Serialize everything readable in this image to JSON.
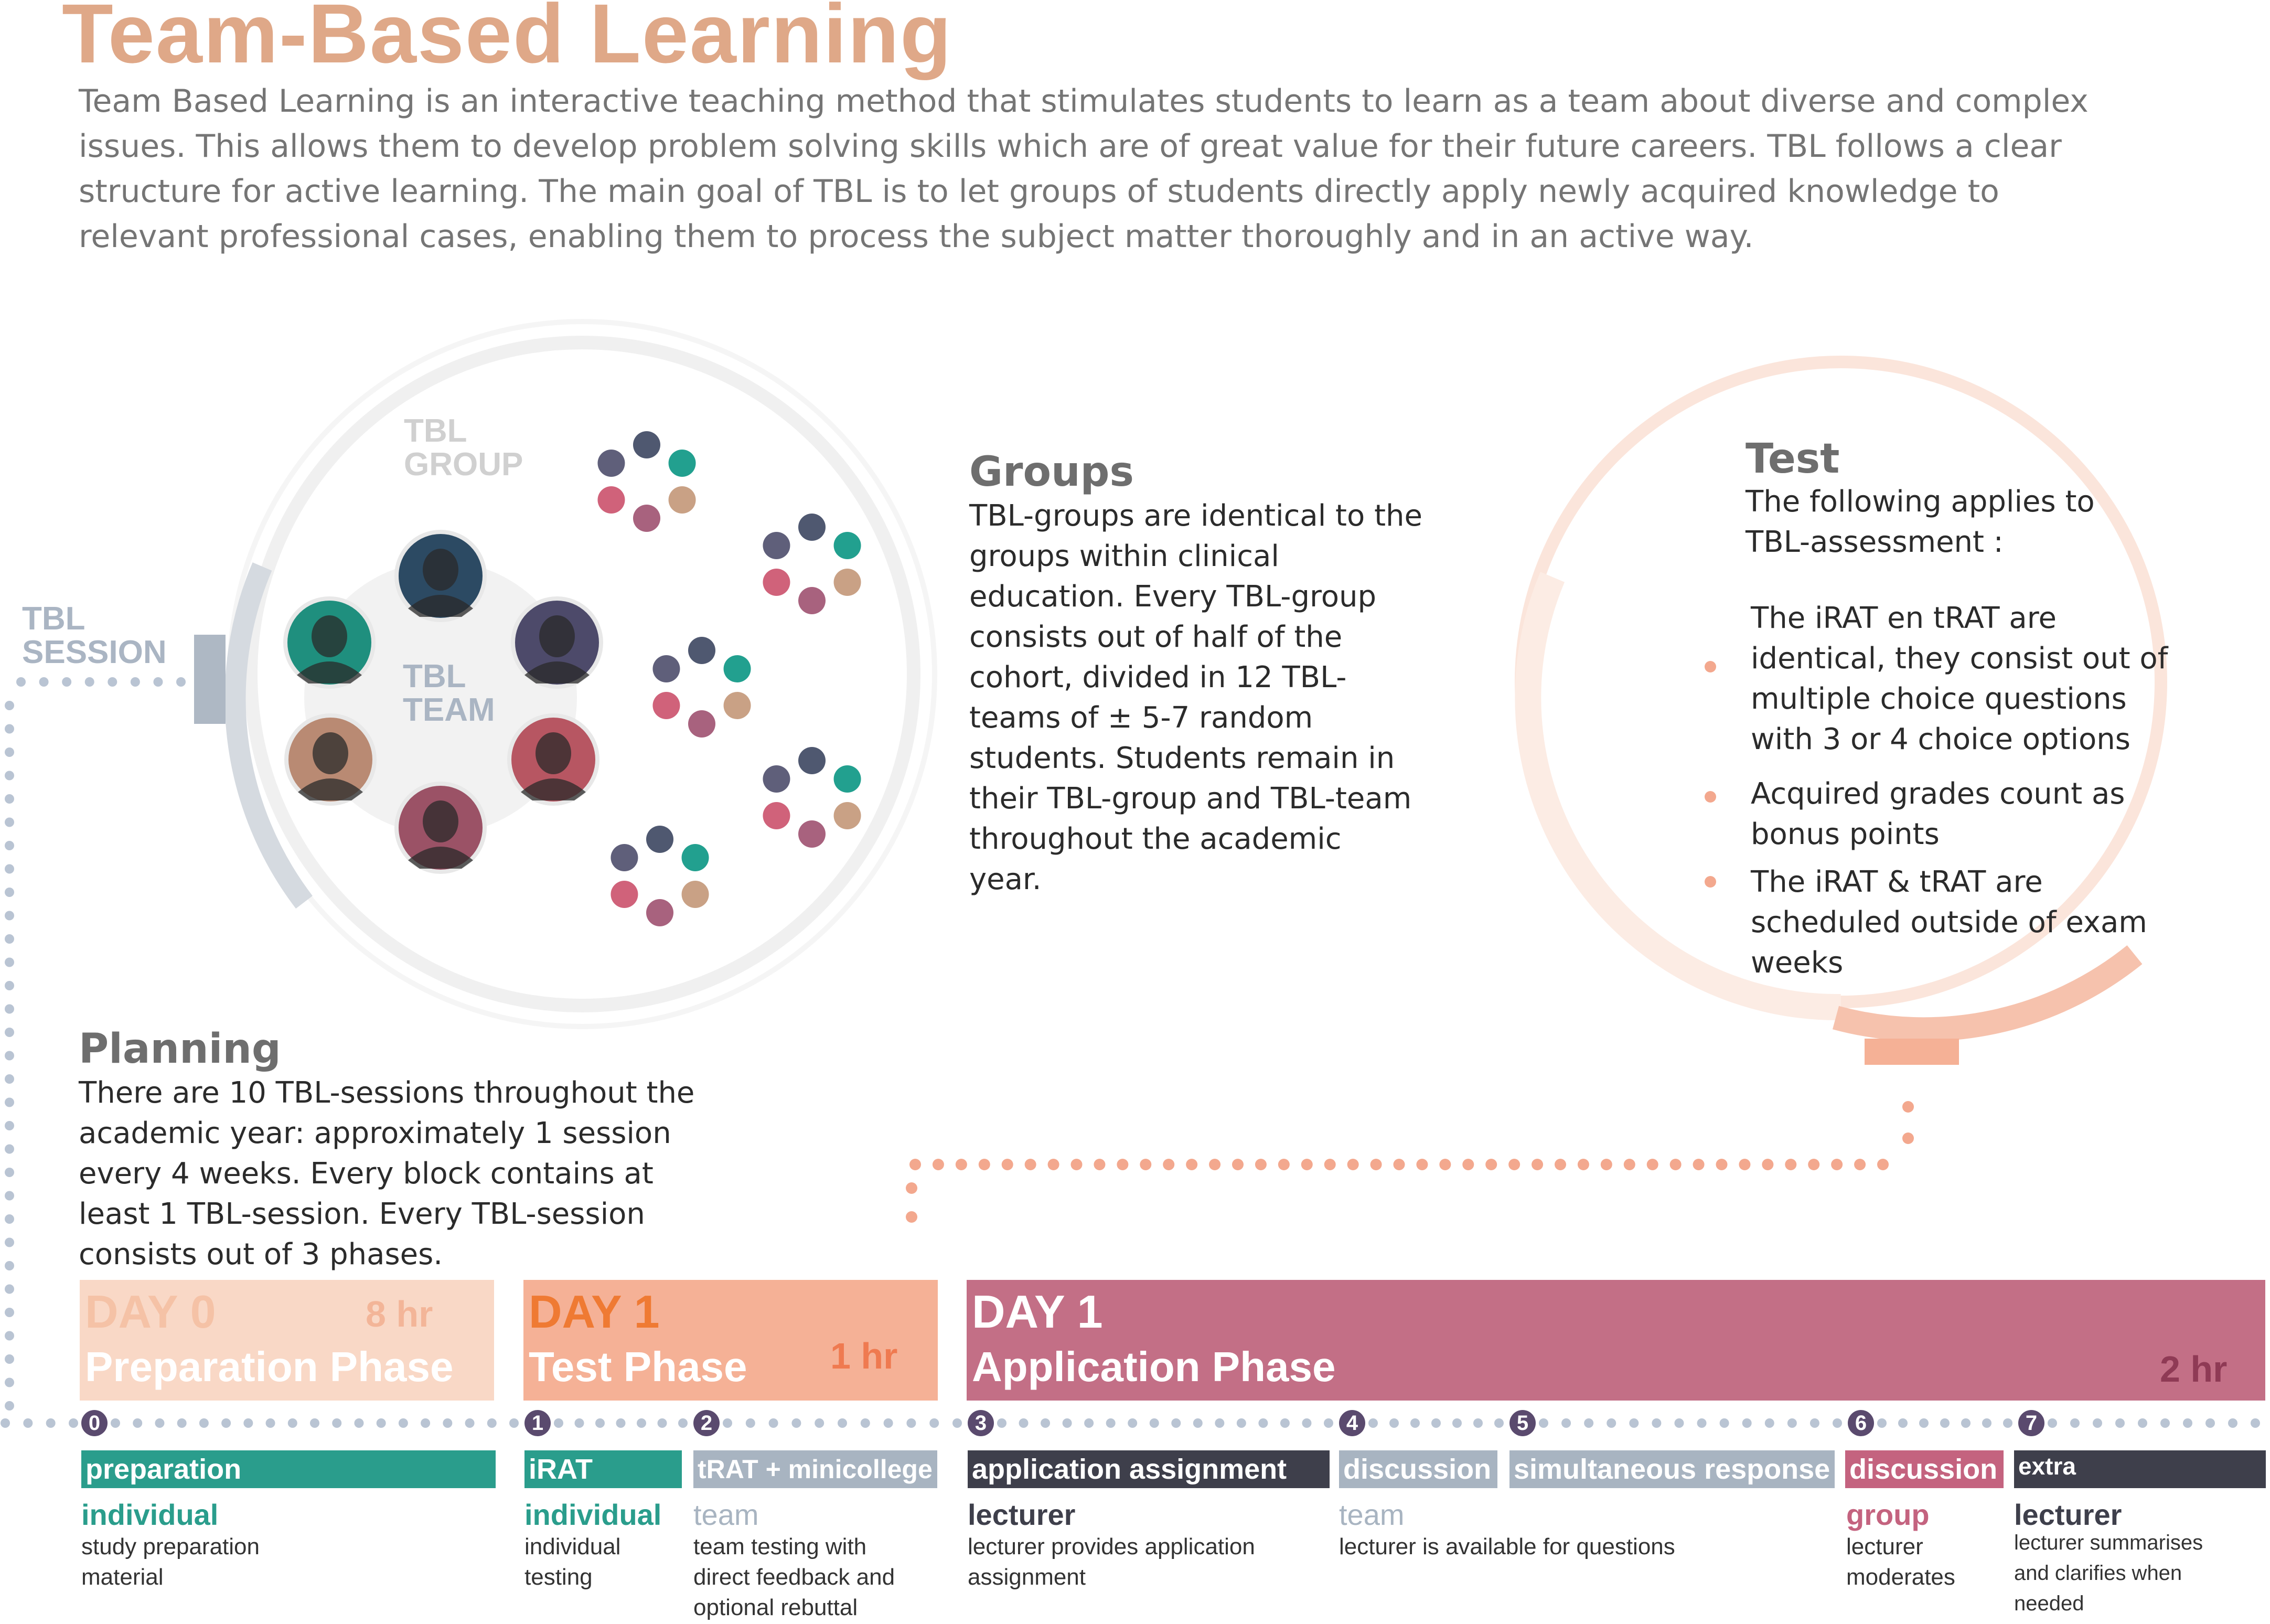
{
  "title": "Team-Based Learning",
  "intro_lines": [
    "Team Based Learning is an interactive teaching method that stimulates students to learn as a team about diverse and complex",
    "issues. This allows them to develop problem solving skills which are of great value for their future careers. TBL follows a clear",
    "structure for active learning. The main goal of TBL is to let groups of students directly apply newly acquired knowledge to",
    "relevant professional cases, enabling them to process the subject matter thoroughly and in an active way."
  ],
  "circle_labels": {
    "group_1": "TBL",
    "group_2": "GROUP",
    "team_1": "TBL",
    "team_2": "TEAM",
    "session_1": "TBL",
    "session_2": "SESSION"
  },
  "groups": {
    "heading": "Groups",
    "lines": [
      "TBL-groups are identical to the",
      "groups within clinical",
      "education. Every TBL-group",
      "consists out of half of the",
      "cohort, divided in 12 TBL-",
      "teams of ± 5-7 random",
      "students. Students remain in",
      "their TBL-group and TBL-team",
      "throughout the academic",
      "year."
    ]
  },
  "test": {
    "heading": "Test",
    "intro_lines": [
      "The following applies to",
      "TBL-assessment :"
    ],
    "bullets": [
      [
        "The iRAT en tRAT are",
        "identical, they consist out of",
        "multiple choice questions",
        "with 3 or 4  choice options"
      ],
      [
        "Acquired grades count as",
        "bonus points"
      ],
      [
        "The iRAT & tRAT are",
        "scheduled outside of exam",
        "weeks"
      ]
    ]
  },
  "planning": {
    "heading": "Planning",
    "lines": [
      "There are 10 TBL-sessions throughout the",
      "academic year: approximately 1 session",
      "every 4 weeks. Every block contains at",
      "least 1 TBL-session. Every TBL-session",
      "consists out of 3 phases."
    ]
  },
  "phases": [
    {
      "day": "DAY 0",
      "name": "Preparation Phase",
      "hours": "8 hr"
    },
    {
      "day": "DAY 1",
      "name": "Test Phase",
      "hours": "1 hr"
    },
    {
      "day": "DAY 1",
      "name": "Application Phase",
      "hours": "2 hr"
    }
  ],
  "steps": [
    "0",
    "1",
    "2",
    "3",
    "4",
    "5",
    "6",
    "7"
  ],
  "activities": [
    {
      "label": "preparation",
      "who": "individual",
      "desc": [
        "study preparation",
        "material"
      ]
    },
    {
      "label": "iRAT",
      "who": "individual",
      "desc": [
        "individual",
        "testing"
      ]
    },
    {
      "label": "tRAT + minicollege",
      "who": "team",
      "desc": [
        "team testing with",
        "direct feedback and",
        "optional rebuttal"
      ]
    },
    {
      "label": "application assignment",
      "who": "lecturer",
      "desc": [
        "lecturer provides application",
        "assignment"
      ]
    },
    {
      "label": "discussion",
      "who": "team",
      "desc": [
        "lecturer is available for questions"
      ]
    },
    {
      "label": "simultaneous response",
      "who": "",
      "desc": []
    },
    {
      "label": "discussion",
      "who": "group",
      "desc": [
        "lecturer",
        "moderates"
      ]
    },
    {
      "label": "extra",
      "who": "lecturer",
      "desc": [
        "lecturer summarises",
        "and clarifies when",
        "needed"
      ]
    }
  ],
  "colors": {
    "title": "#dfa888",
    "teal": "#2a9d8c",
    "prep_phase": "#f9d8c6",
    "test_phase": "#f5b196",
    "app_phase": "#c36f86",
    "dark_bar": "#3e3f4b",
    "grey_bar": "#a8b4c1",
    "discussion_group": "#c4637f",
    "dotted_blue": "#b9c4d3",
    "dotted_orange": "#f3a88e"
  },
  "icons": [
    "person-icon",
    "dot-cluster-icon"
  ]
}
